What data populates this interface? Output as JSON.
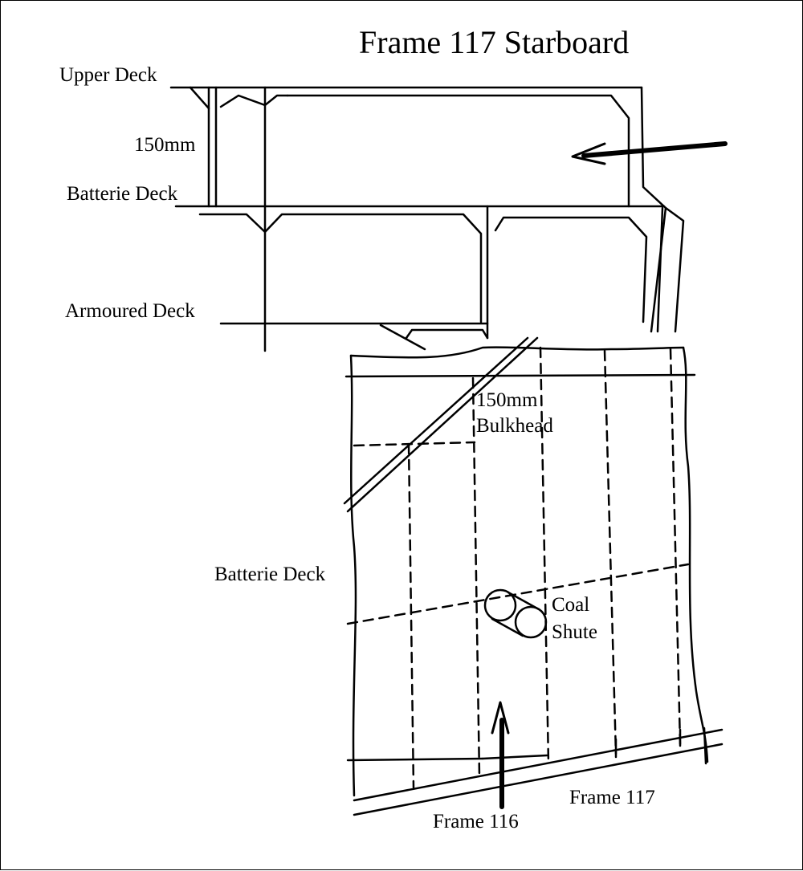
{
  "title": "Frame 117  Starboard",
  "labels": {
    "upper_deck": "Upper Deck",
    "armour_thickness_top": "150mm",
    "batterie_deck_top": "Batterie Deck",
    "armoured_deck": "Armoured Deck",
    "bulkhead_thickness": "150mm",
    "bulkhead": "Bulkhead",
    "batterie_deck_plan": "Batterie Deck",
    "coal": "Coal",
    "shute": "Shute",
    "frame_117": "Frame 117",
    "frame_116": "Frame 116"
  },
  "colors": {
    "line": "#000000",
    "background": "#ffffff"
  }
}
